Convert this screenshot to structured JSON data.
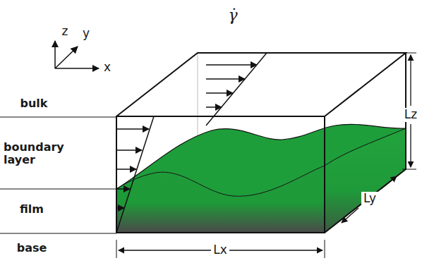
{
  "diagram": {
    "labels": [
      "z",
      "y",
      "x",
      "γ̇",
      "bulk",
      "boundary layer",
      "film",
      "base",
      "Lz",
      "Ly",
      "Lx"
    ]
  }
}
